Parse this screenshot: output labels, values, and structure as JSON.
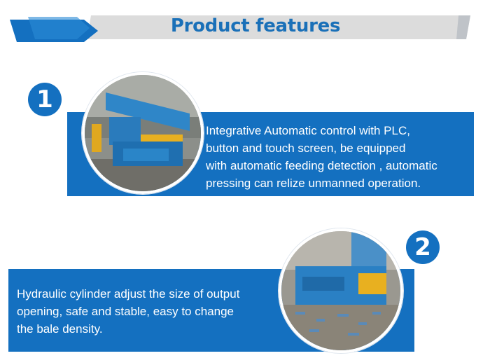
{
  "header": {
    "title": "Product features"
  },
  "features": [
    {
      "number": "1",
      "lines": [
        "Integrative Automatic control with PLC,",
        "button and touch screen, be equipped",
        "with automatic feeding detection , automatic",
        "pressing can relize unmanned operation."
      ]
    },
    {
      "number": "2",
      "lines": [
        "Hydraulic cylinder adjust the size of output",
        "opening, safe and stable, easy to change",
        "the bale density."
      ]
    }
  ],
  "colors": {
    "brand_blue": "#1470c0",
    "title_blue": "#1a70b8",
    "banner_grey": "#dcdcdc"
  }
}
